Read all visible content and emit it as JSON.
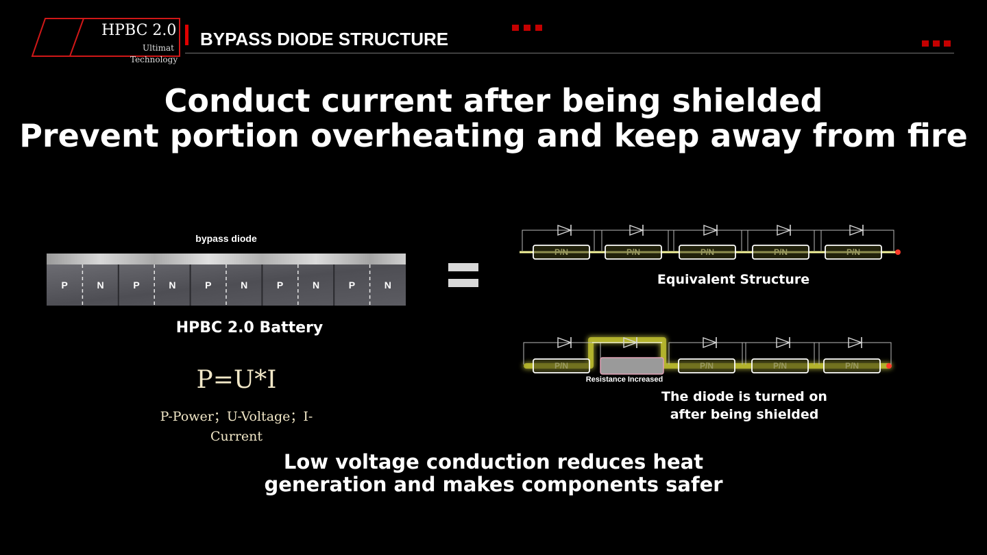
{
  "header": {
    "logo_title": "HPBC 2.0",
    "logo_sub1": "Ultimat",
    "logo_sub2": "Technology",
    "section_title": "BYPASS DIODE STRUCTURE"
  },
  "headline": {
    "line1": "Conduct current after being shielded",
    "line2": "Prevent portion overheating and keep away from fire"
  },
  "battery": {
    "bypass_label": "bypass diode",
    "cells": [
      "P",
      "N",
      "P",
      "N",
      "P",
      "N",
      "P",
      "N",
      "P",
      "N"
    ],
    "label": "HPBC 2.0 Battery"
  },
  "formula": {
    "equation": "P=U*I",
    "description": "P-Power；U-Voltage；I-Current"
  },
  "equivalent": {
    "cell_label": "P/N",
    "label": "Equivalent Structure"
  },
  "shielded": {
    "resistance_label": "Resistance Increased",
    "note_line1": "The diode is turned on",
    "note_line2": "after being shielded"
  },
  "bottom": {
    "line1": "Low voltage conduction reduces heat",
    "line2": "generation and makes components safer"
  },
  "colors": {
    "accent_red": "#c40000",
    "glow_yellow": "#ffff66",
    "formula_cream": "#f2e8c8"
  }
}
